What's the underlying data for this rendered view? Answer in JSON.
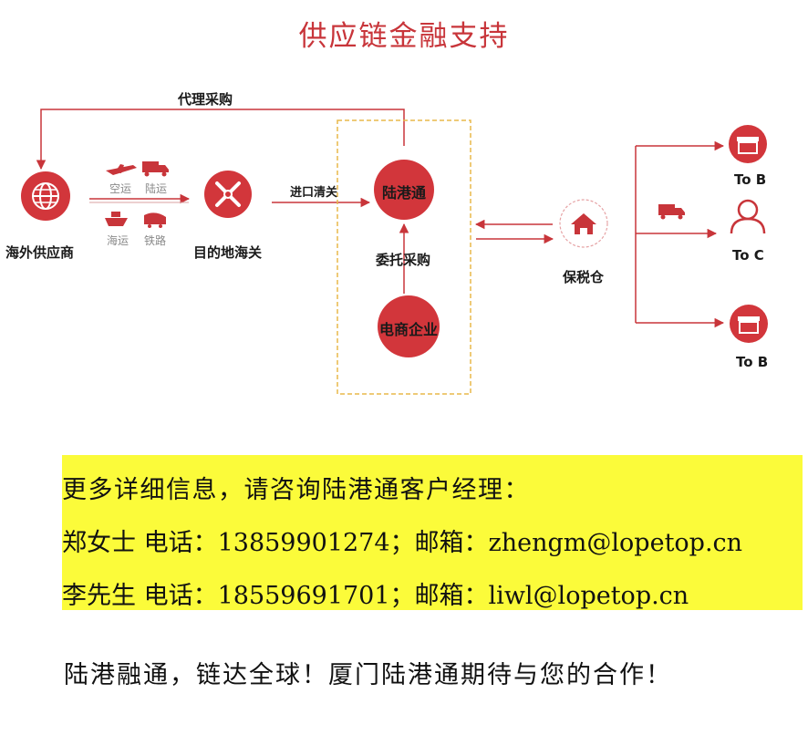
{
  "title": "供应链金融支持",
  "diagram": {
    "proxy_label": "代理采购",
    "supplier": "海外供应商",
    "transport": {
      "air": "空运",
      "land": "陆运",
      "sea": "海运",
      "rail": "铁路"
    },
    "customs": "目的地海关",
    "import_label": "进口清关",
    "lugangtong": "陆港通",
    "entrust_label": "委托采购",
    "ecommerce": "电商企业",
    "bonded": "保税仓",
    "to_b_top": "To B",
    "to_c": "To C",
    "to_b_bottom": "To B"
  },
  "contact": {
    "heading": "更多详细信息，请咨询陆港通客户经理：",
    "line1": "郑女士 电话：13859901274；邮箱：zhengm@lopetop.cn",
    "line2": "李先生 电话：18559691701；邮箱：liwl@lopetop.cn"
  },
  "footer": "陆港融通，链达全球！厦门陆港通期待与您的合作！",
  "colors": {
    "accent": "#c8353a",
    "highlight": "#fbfb3a",
    "dashed_box": "#e8b84a"
  }
}
